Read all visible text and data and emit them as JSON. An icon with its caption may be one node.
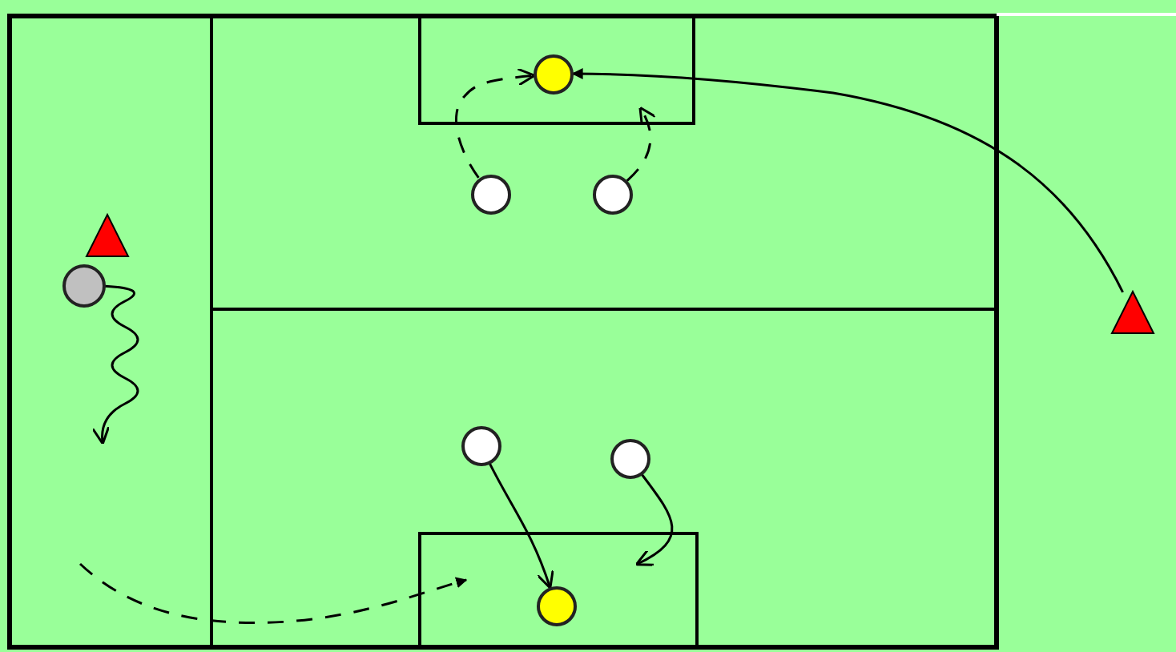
{
  "diagram": {
    "nodes": [
      {
        "text": [],
        "shape": "circle"
      },
      {
        "text": [],
        "shape": "circle"
      },
      {
        "text": [],
        "shape": "circle"
      },
      {
        "text": [],
        "shape": "triangle"
      },
      {
        "text": [],
        "shape": "circle"
      },
      {
        "text": [],
        "shape": "triangle"
      },
      {
        "text": [],
        "shape": "circle"
      },
      {
        "text": [],
        "shape": "circle"
      },
      {
        "text": [],
        "shape": "circle"
      }
    ],
    "edges": [
      {
        "from": 5,
        "to": 0,
        "arrow": "to"
      },
      {
        "from": 1,
        "to": 0,
        "arrow": "to",
        "style": "dashed"
      },
      {
        "from": 2,
        "to": null,
        "arrow": "to",
        "style": "dashed"
      },
      {
        "from": 4,
        "to": null,
        "arrow": "to"
      },
      {
        "from": 6,
        "to": 8,
        "arrow": "to"
      },
      {
        "from": 7,
        "to": null,
        "arrow": "to"
      }
    ]
  }
}
